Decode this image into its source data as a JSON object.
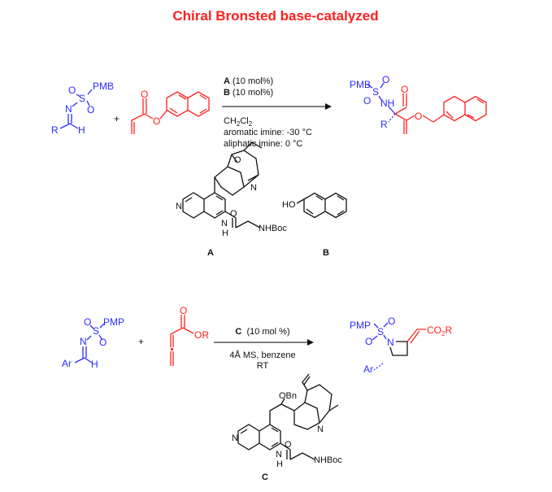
{
  "title": "Chiral Bronsted base-catalyzed",
  "colors": {
    "title": "#ff2020",
    "imine": "#2b2bff",
    "acceptor": "#ff2020",
    "catalyst": "#111111"
  },
  "reaction1": {
    "imine": {
      "o1": "O",
      "s": "S",
      "pmb": "PMB",
      "n": "N",
      "o2": "O",
      "r": "R",
      "h": "H"
    },
    "plus": "+",
    "acrylate": {
      "o_carbonyl": "O",
      "o_ester": "O"
    },
    "conditions": {
      "cat_a_label": "A",
      "cat_a_load": " (10 mol%)",
      "cat_b_label": "B",
      "cat_b_load": " (10 mol%)",
      "solvent": "CH",
      "solvent_sub1": "2",
      "solvent_cl": "Cl",
      "solvent_sub2": "2",
      "temp_aromatic": "aromatic imine: -30 °C",
      "temp_aliphatic": "aliphatic imine: 0 °C"
    },
    "product": {
      "pmb": "PMB",
      "s": "S",
      "o1": "O",
      "o2": "O",
      "nh": "NH",
      "r": "R",
      "o_carbonyl": "O",
      "o_ester": "O"
    }
  },
  "catalyst_a": {
    "o": "O",
    "n_quin": "N",
    "n_bridge": "N",
    "nh": "N",
    "h": "H",
    "o_amide": "O",
    "nhboc": "NHBoc",
    "label": "A"
  },
  "catalyst_b": {
    "ho": "HO",
    "label": "B"
  },
  "reaction2": {
    "imine": {
      "o1": "O",
      "s": "S",
      "pmp": "PMP",
      "n": "N",
      "o2": "O",
      "ar": "Ar",
      "h": "H"
    },
    "plus": "+",
    "allenoate": {
      "o": "O",
      "or": "OR"
    },
    "conditions": {
      "cat_label": "C",
      "cat_load": "  (10 mol %)",
      "line2": "4Å MS, benzene",
      "line3": "RT"
    },
    "product": {
      "pmp": "PMP",
      "s": "S",
      "o1": "O",
      "o2": "O",
      "n": "N",
      "ar": "Ar",
      "co2r_a": "CO",
      "co2r_sub": "2",
      "co2r_b": "R"
    }
  },
  "catalyst_c": {
    "obn": "OBn",
    "n_quin": "N",
    "n_bridge": "N",
    "nh": "N",
    "h": "H",
    "o_amide": "O",
    "nhboc": "NHBoc",
    "label": "C"
  }
}
